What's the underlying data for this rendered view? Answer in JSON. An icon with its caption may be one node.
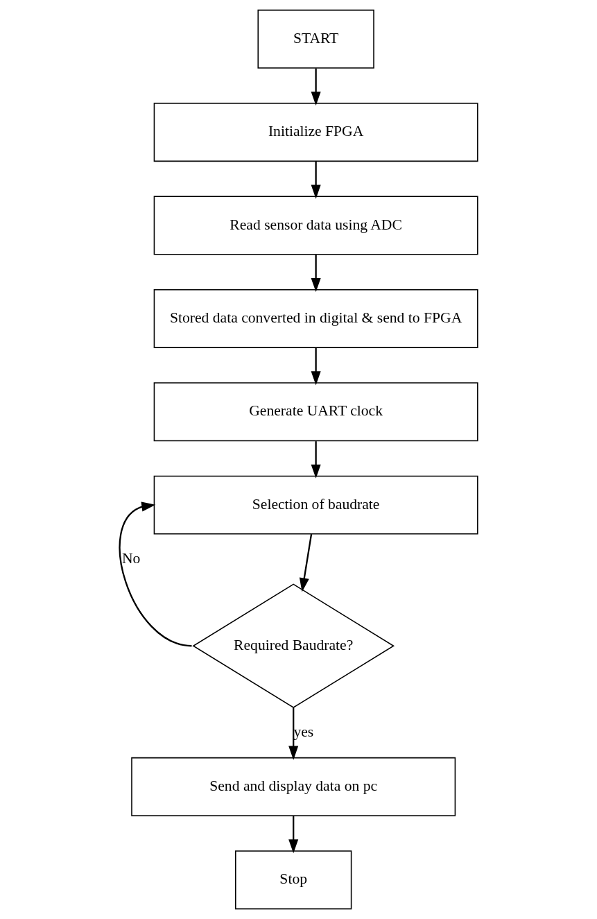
{
  "diagram": {
    "nodes": [
      {
        "text": [
          "START"
        ]
      },
      {
        "text": [
          "Initialize FPGA"
        ]
      },
      {
        "text": [
          "Read sensor data using ADC"
        ]
      },
      {
        "text": [
          "Stored data converted in digital & send to FPGA"
        ]
      },
      {
        "text": [
          "Generate UART clock"
        ]
      },
      {
        "text": [
          "Selection of baudrate"
        ]
      },
      {
        "text": [
          "Required Baudrate?"
        ]
      },
      {
        "text": [
          "Send and display data on pc"
        ]
      },
      {
        "text": [
          "Stop"
        ]
      }
    ],
    "edges": [
      {
        "from": 0,
        "to": 1,
        "arrow": "to"
      },
      {
        "from": 1,
        "to": 2,
        "arrow": "to"
      },
      {
        "from": 2,
        "to": 3,
        "arrow": "to"
      },
      {
        "from": 3,
        "to": 4,
        "arrow": "to"
      },
      {
        "from": 4,
        "to": 5,
        "arrow": "to"
      },
      {
        "from": 5,
        "to": 6,
        "arrow": "to"
      },
      {
        "from": 6,
        "to": 5,
        "arrow": "to",
        "label": "No"
      },
      {
        "from": 6,
        "to": 7,
        "arrow": "to",
        "label": "yes"
      },
      {
        "from": 7,
        "to": 8,
        "arrow": "to"
      }
    ]
  }
}
